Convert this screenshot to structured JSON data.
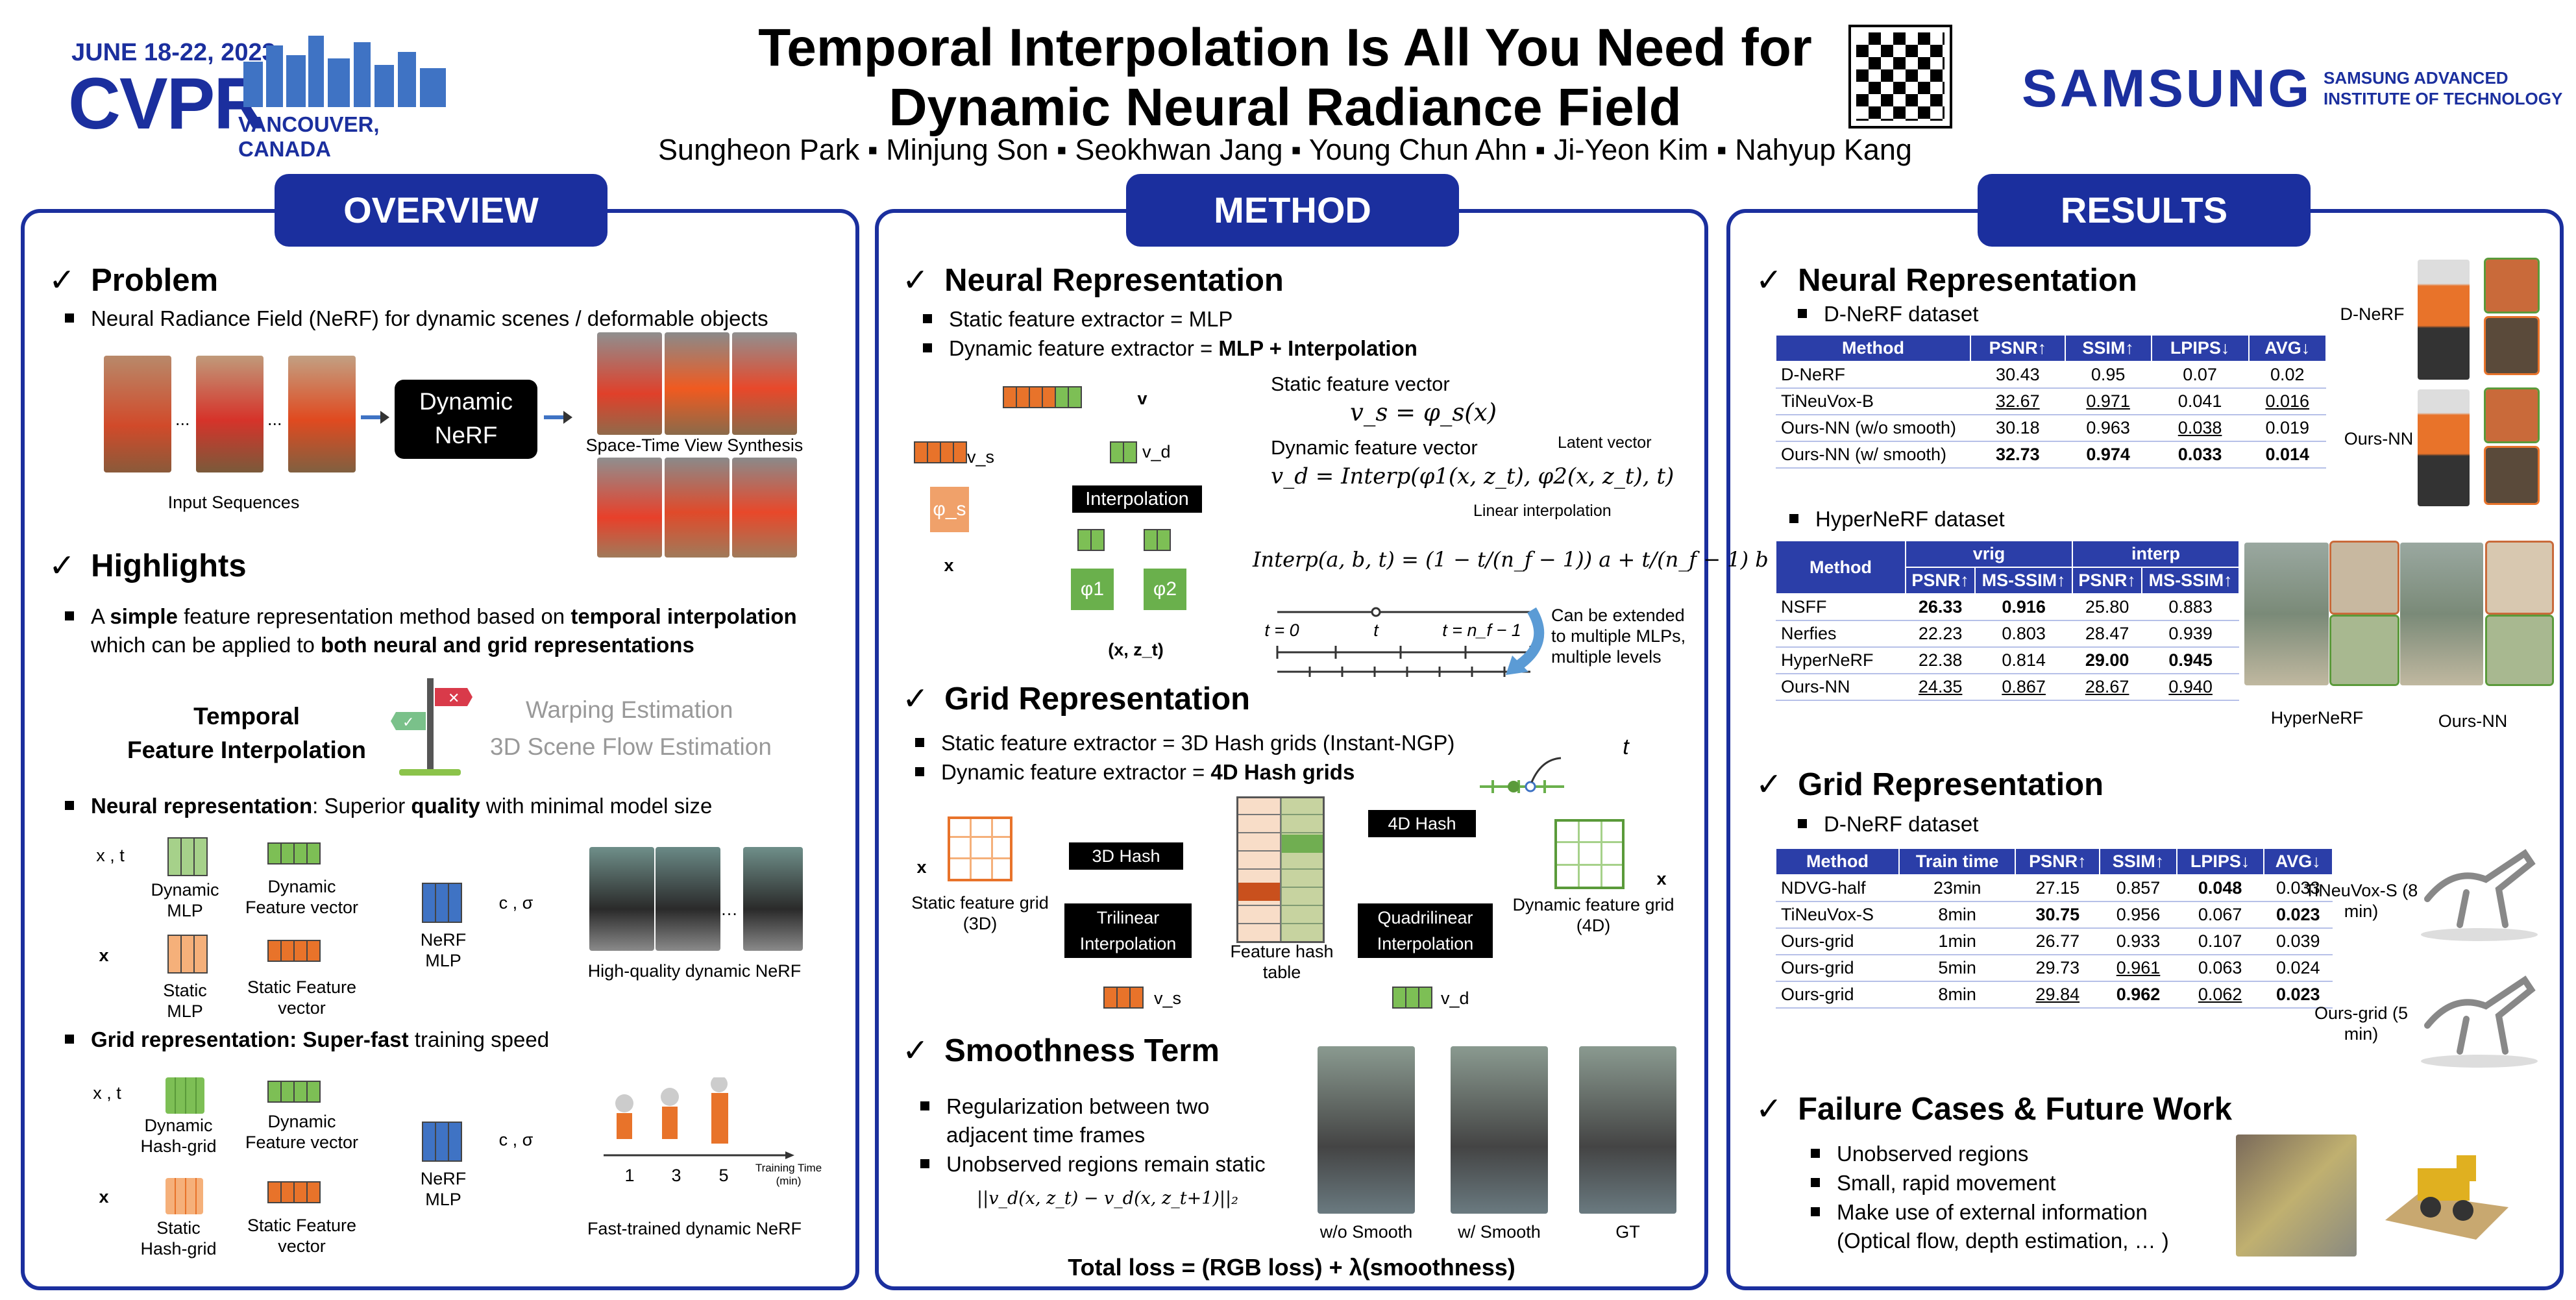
{
  "header": {
    "date": "JUNE 18-22, 2023",
    "conf": "CVPR",
    "city": "VANCOUVER, CANADA",
    "title_l1": "Temporal Interpolation Is All You Need for",
    "title_l2": "Dynamic Neural Radiance Field",
    "authors": "Sungheon Park  ▪  Minjung Son  ▪  Seokhwan Jang  ▪  Young Chun Ahn  ▪  Ji-Yeon Kim  ▪  Nahyup Kang",
    "samsung": "SAMSUNG",
    "sait_l1": "SAMSUNG ADVANCED",
    "sait_l2": "INSTITUTE OF TECHNOLOGY"
  },
  "overview": {
    "title": "OVERVIEW",
    "problem": "Problem",
    "problem_b": "Neural Radiance Field (NeRF) for dynamic scenes / deformable objects",
    "dyn_nerf": "Dynamic NeRF",
    "input_seq": "Input Sequences",
    "stvs": "Space-Time View Synthesis",
    "highlights": "Highlights",
    "hl1_a": "A",
    "hl1_b": "simple",
    "hl1_c": "feature representation method based on",
    "hl1_d": "temporal interpolation",
    "hl1_e": "which can be applied to",
    "hl1_f": "both neural and grid representations",
    "tfi_l1": "Temporal",
    "tfi_l2": "Feature Interpolation",
    "warp": "Warping Estimation",
    "flow": "3D Scene Flow Estimation",
    "nr_a": "Neural representation",
    "nr_b": ": Superior",
    "nr_c": "quality",
    "nr_d": "with minimal model size",
    "dyn_mlp": "Dynamic MLP",
    "dyn_fv": "Dynamic Feature vector",
    "static_mlp": "Static MLP",
    "static_fv": "Static Feature vector",
    "nerf_mlp": "NeRF MLP",
    "xt": "x , t",
    "x": "x",
    "c_sigma": "c , σ",
    "hq": "High-quality dynamic NeRF",
    "gr_a": "Grid representation",
    "gr_b": ":",
    "gr_c": "Super-fast",
    "gr_d": "training speed",
    "dyn_hash": "Dynamic Hash-grid",
    "static_hash": "Static Hash-grid",
    "fast": "Fast-trained dynamic NeRF",
    "ticks": [
      "1",
      "3",
      "5"
    ],
    "train_time": "Training Time (min)"
  },
  "method": {
    "title": "METHOD",
    "neural": "Neural Representation",
    "n_b1": "Static feature extractor  = MLP",
    "n_b2a": "Dynamic feature extractor =",
    "n_b2b": "MLP + Interpolation",
    "sfv": "Static feature vector",
    "sfv_eq": "v_s = φ_s(x)",
    "dfv": "Dynamic feature vector",
    "latent": "Latent vector",
    "dfv_eq": "v_d = Interp(φ1(x, z_t), φ2(x, z_t), t)",
    "lin": "Linear interpolation",
    "interp_eq": "Interp(a, b, t) = (1 − t/(n_f − 1)) a + t/(n_f − 1) b",
    "interp_box": "Interpolation",
    "t0": "t = 0",
    "t": "t",
    "tn": "t = n_f − 1",
    "ext": "Can be extended to multiple MLPs, multiple levels",
    "v": "v",
    "vs": "v_s",
    "vd": "v_d",
    "phis": "φ_s",
    "phi1": "φ1",
    "phi2": "φ2",
    "xz": "(x, z_t)",
    "grid": "Grid Representation",
    "g_b1": "Static feature extractor  = 3D Hash grids (Instant-NGP)",
    "g_b2a": "Dynamic feature extractor =",
    "g_b2b": "4D Hash grids",
    "hash3": "3D Hash",
    "hash4": "4D Hash",
    "tri": "Trilinear Interpolation",
    "quad": "Quadrilinear Interpolation",
    "fht": "Feature hash table",
    "sfg": "Static feature grid (3D)",
    "dfg": "Dynamic feature grid (4D)",
    "smooth": "Smoothness Term",
    "s_b1": "Regularization between two adjacent time frames",
    "s_b2": "Unobserved regions remain static",
    "s_eq": "||v_d(x, z_t) − v_d(x, z_t+1)||₂",
    "wo": "w/o Smooth",
    "w": "w/ Smooth",
    "gt": "GT",
    "total": "Total loss = (RGB loss) + λ(smoothness)"
  },
  "results": {
    "title": "RESULTS",
    "neural": "Neural Representation",
    "dnerf_ds": "D-NeRF dataset",
    "t1_head": [
      "Method",
      "PSNR↑",
      "SSIM↑",
      "LPIPS↓",
      "AVG↓"
    ],
    "t1_rows": [
      [
        "D-NeRF",
        "30.43",
        "0.95",
        "0.07",
        "0.02"
      ],
      [
        "TiNeuVox-B",
        "32.67",
        "0.971",
        "0.041",
        "0.016"
      ],
      [
        "Ours-NN (w/o smooth)",
        "30.18",
        "0.963",
        "0.038",
        "0.019"
      ],
      [
        "Ours-NN (w/ smooth)",
        "32.73",
        "0.974",
        "0.033",
        "0.014"
      ]
    ],
    "lbl_dnerf": "D-NeRF",
    "lbl_oursnn": "Ours-NN",
    "hyper_ds": "HyperNeRF dataset",
    "t2_method": "Method",
    "t2_vrig": "vrig",
    "t2_interp": "interp",
    "t2_sub": [
      "PSNR↑",
      "MS-SSIM↑",
      "PSNR↑",
      "MS-SSIM↑"
    ],
    "t2_rows": [
      [
        "NSFF",
        "26.33",
        "0.916",
        "25.80",
        "0.883"
      ],
      [
        "Nerfies",
        "22.23",
        "0.803",
        "28.47",
        "0.939"
      ],
      [
        "HyperNeRF",
        "22.38",
        "0.814",
        "29.00",
        "0.945"
      ],
      [
        "Ours-NN",
        "24.35",
        "0.867",
        "28.67",
        "0.940"
      ]
    ],
    "lbl_hyper": "HyperNeRF",
    "lbl_oursnn2": "Ours-NN",
    "grid": "Grid Representation",
    "dnerf_ds2": "D-NeRF dataset",
    "t3_head": [
      "Method",
      "Train time",
      "PSNR↑",
      "SSIM↑",
      "LPIPS↓",
      "AVG↓"
    ],
    "t3_rows": [
      [
        "NDVG-half",
        "23min",
        "27.15",
        "0.857",
        "0.048",
        "0.033"
      ],
      [
        "TiNeuVox-S",
        "8min",
        "30.75",
        "0.956",
        "0.067",
        "0.023"
      ],
      [
        "Ours-grid",
        "1min",
        "26.77",
        "0.933",
        "0.107",
        "0.039"
      ],
      [
        "Ours-grid",
        "5min",
        "29.73",
        "0.961",
        "0.063",
        "0.024"
      ],
      [
        "Ours-grid",
        "8min",
        "29.84",
        "0.962",
        "0.062",
        "0.023"
      ]
    ],
    "lbl_tineu": "TiNeuVox-S (8 min)",
    "lbl_oursgrid": "Ours-grid (5 min)",
    "fail": "Failure Cases & Future Work",
    "f_b1": "Unobserved regions",
    "f_b2": "Small, rapid movement",
    "f_b3": "Make use of external information",
    "f_b3b": "(Optical flow, depth estimation, … )"
  },
  "colors": {
    "accent": "#1b2f9e",
    "orange": "#e8732a",
    "green": "#6ab04c",
    "blue": "#3f73c4"
  }
}
